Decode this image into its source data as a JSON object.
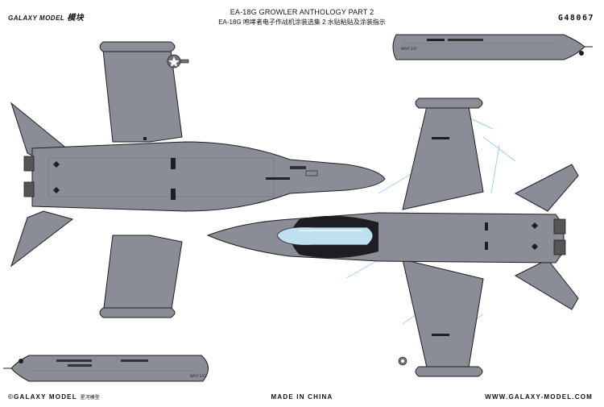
{
  "header": {
    "brand": "GALAXY MODEL",
    "brand_mark": "模块",
    "title_line1": "EA-18G GROWLER ANTHOLOGY PART 2",
    "title_line2": "EA-18G 咆哮者电子作战机涂装选集 2 水贴粘贴及涂装指示",
    "product_code": "G48067"
  },
  "pods": {
    "top_tag_left": "NAVY 247",
    "bottom_tag_right": "NAVY 247"
  },
  "footer": {
    "copyright": "©GALAXY MODEL",
    "copyright_cn": "星河模型",
    "made_in": "MADE IN CHINA",
    "website": "WWW.GALAXY-MODEL.COM"
  },
  "colors": {
    "airframe": "#8a8d96",
    "airframe_dark": "#6e7179",
    "outline": "#1e1e22",
    "canopy": "#bfe0ef",
    "stencil_lines": "#7ac4e6",
    "background": "#ffffff"
  }
}
